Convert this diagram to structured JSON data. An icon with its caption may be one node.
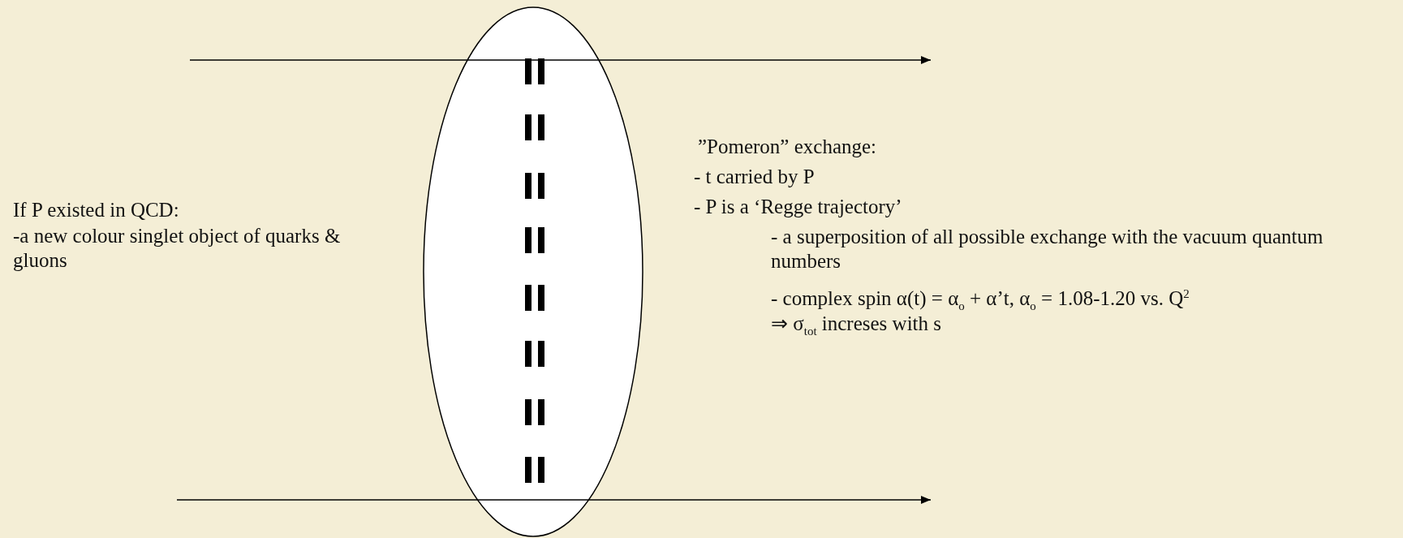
{
  "diagram": {
    "nodes": [
      {
        "text": [],
        "shape": "ellipse"
      }
    ],
    "labels": [
      "If P existed in QCD:",
      "-a new colour singlet object of quarks & gluons",
      "”Pomeron” exchange:",
      "- t carried by P",
      "- P is a ‘Regge trajectory’",
      "- a superposition of all possible exchange with the vacuum quantum numbers",
      "- complex spin α(t) = α$_{o}$ + α’t, α$_{o}$ = 1.08-1.20 vs. Q$^{2}$",
      "⇒ σ$_{tot}$ increses with s"
    ]
  }
}
